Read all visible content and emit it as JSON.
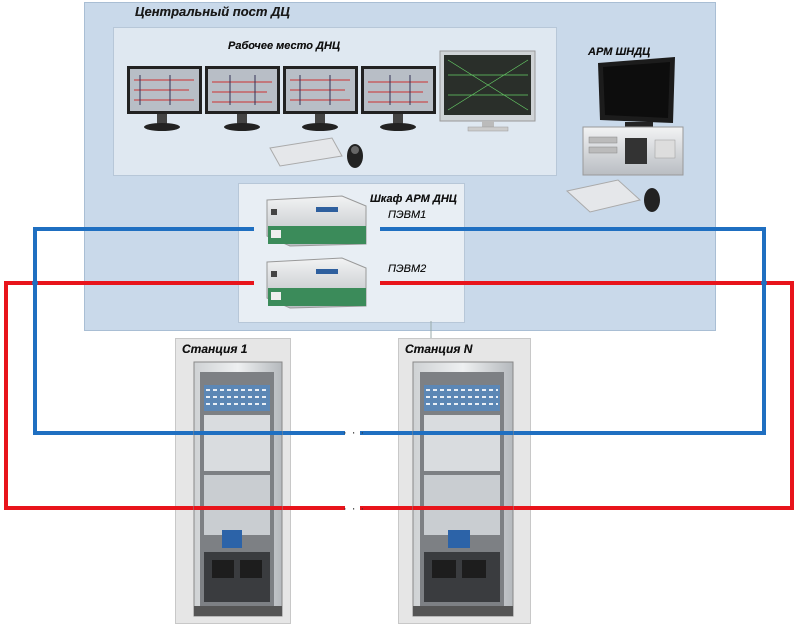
{
  "central_post": {
    "title": "Центральный пост ДЦ"
  },
  "dnc_workplace": {
    "title": "Рабочее место ДНЦ",
    "monitor_count": 5
  },
  "arm_shndc": {
    "title": "АРМ ШНДЦ"
  },
  "arm_cabinet": {
    "title": "Шкаф АРМ ДНЦ",
    "pc1_label": "ПЭВМ1",
    "pc2_label": "ПЭВМ2"
  },
  "stations": [
    {
      "title": "Станция 1"
    },
    {
      "title": "Станция N"
    }
  ],
  "ellipsis": "· · ·",
  "colors": {
    "network_1": "#1f6fc1",
    "network_2": "#e8141b",
    "central_area": "#c9d9ea"
  }
}
